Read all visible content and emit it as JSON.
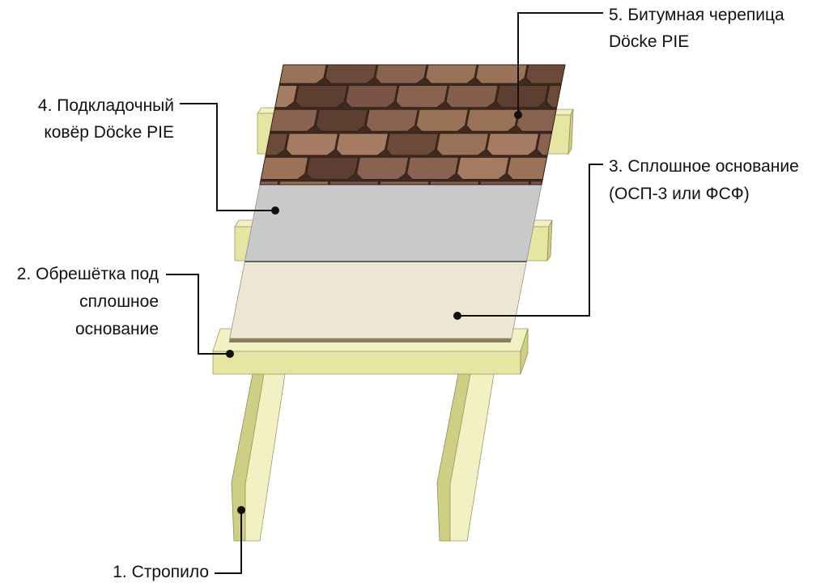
{
  "labels": {
    "rafter": "1. Стропило",
    "batten": [
      "2. Обрешётка под",
      "сплошное",
      "основание"
    ],
    "deck": [
      "3. Сплошное основание",
      "(ОСП-3 или ФСФ)"
    ],
    "underlay": [
      "4. Подкладочный",
      "ковёр Döcke PIE"
    ],
    "shingles": [
      "5. Битумная черепица",
      "Döcke PIE"
    ]
  },
  "colors": {
    "wood": "#f2f1c4",
    "underlay": "#c9c9c9",
    "deck": "#ece6d3",
    "shingle_gap": "#3e2a20",
    "shingle_palette": [
      "#6b4a3a",
      "#8a6250",
      "#7a5545",
      "#9a7258",
      "#5c3f31",
      "#84604c",
      "#a57b61"
    ]
  }
}
